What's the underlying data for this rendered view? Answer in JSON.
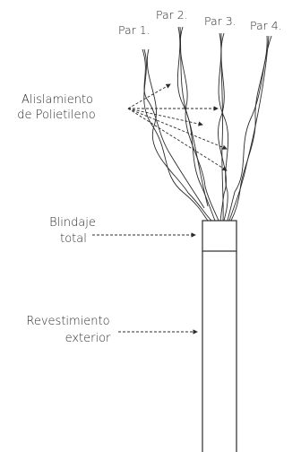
{
  "pairs": [
    {
      "label": "Par 1."
    },
    {
      "label": "Par 2."
    },
    {
      "label": "Par 3."
    },
    {
      "label": "Par 4."
    }
  ],
  "insulation": {
    "line1": "Alislamiento",
    "line2": "de Polietileno"
  },
  "shield": {
    "line1": "Blindaje",
    "line2": "total"
  },
  "jacket": {
    "line1": "Revestimiento",
    "line2": "exterior"
  },
  "colors": {
    "stroke": "#2b2b2b",
    "background": "#ffffff"
  }
}
